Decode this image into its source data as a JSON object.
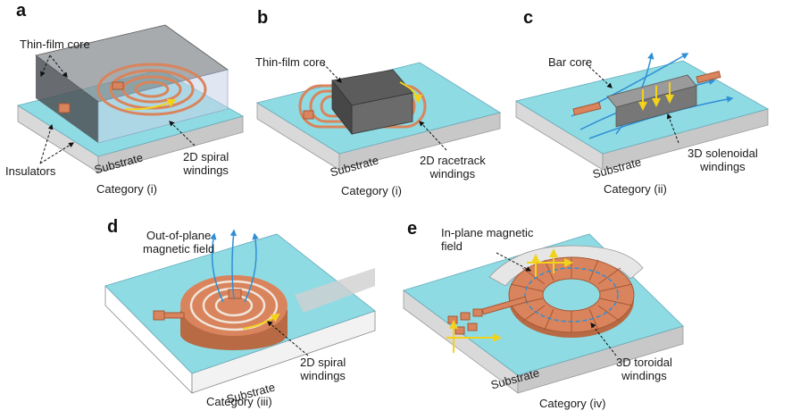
{
  "colors": {
    "substrate_top": "#8fdbe3",
    "substrate_side": "#d9d9d9",
    "copper": "#d9845c",
    "copper_dark": "#a65836",
    "core_gray": "#6b6b6b",
    "field_arrow": "#2f8fd6",
    "current_arrow": "#f2d21b"
  },
  "panels": {
    "a": {
      "letter": "a",
      "core": "Thin-film core",
      "insulators": "Insulators",
      "substrate": "Substrate",
      "windings": "2D spiral\nwindings",
      "category": "Category (i)"
    },
    "b": {
      "letter": "b",
      "core": "Thin-film core",
      "substrate": "Substrate",
      "windings": "2D racetrack\nwindings",
      "category": "Category (i)"
    },
    "c": {
      "letter": "c",
      "core": "Bar core",
      "substrate": "Substrate",
      "windings": "3D solenoidal\nwindings",
      "category": "Category (ii)"
    },
    "d": {
      "letter": "d",
      "field": "Out-of-plane\nmagnetic field",
      "substrate": "Substrate",
      "windings": "2D spiral\nwindings",
      "category": "Category (iii)"
    },
    "e": {
      "letter": "e",
      "field": "In-plane magnetic\nfield",
      "substrate": "Substrate",
      "windings": "3D toroidal\nwindings",
      "category": "Category (iv)"
    }
  }
}
